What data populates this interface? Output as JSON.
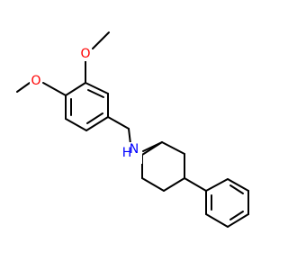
{
  "molecule": {
    "atoms": {
      "o_top": "O",
      "o_left": "O",
      "n_amine": "N",
      "h_amine": "H"
    },
    "colors": {
      "oxygen": "#ff0000",
      "nitrogen": "#0000ff",
      "bond": "#000000",
      "background": "#ffffff"
    }
  }
}
